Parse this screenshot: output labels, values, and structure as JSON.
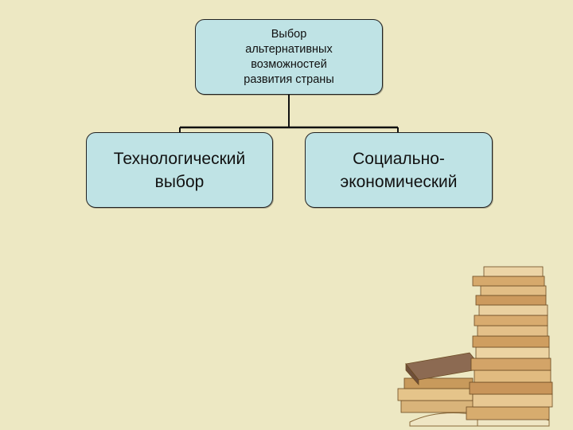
{
  "diagram": {
    "root": {
      "label": "Выбор\nальтернативных\nвозможностей\nразвития страны"
    },
    "children": [
      {
        "label": "Технологический\nвыбор"
      },
      {
        "label": "Социально-\nэкономический"
      }
    ]
  },
  "colors": {
    "background": "#ede8c3",
    "node_fill": "#bfe3e5",
    "node_border": "#222222",
    "connector": "#111111"
  },
  "decoration": {
    "icon": "book-stack-icon"
  }
}
